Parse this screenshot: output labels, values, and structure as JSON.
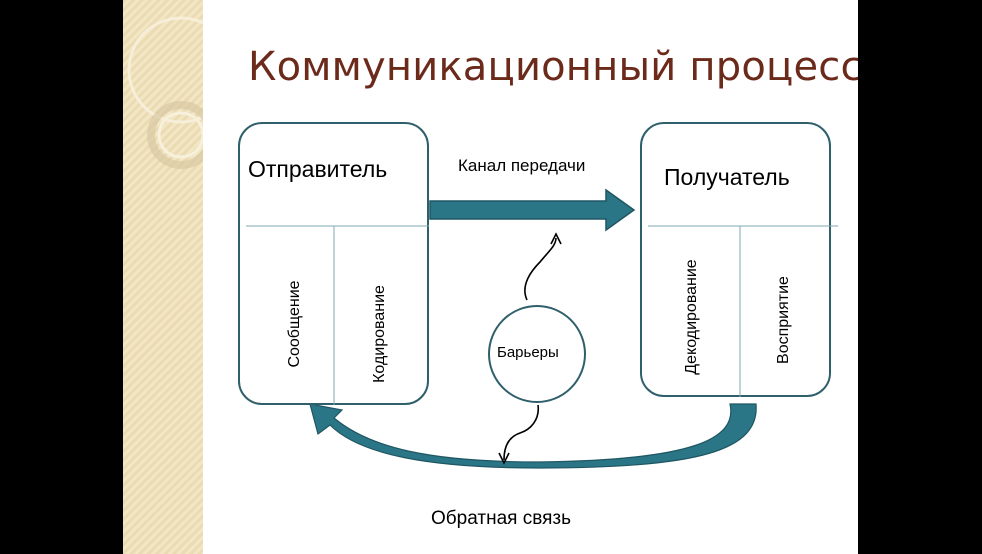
{
  "title": "Коммуникационный процесс",
  "sender": {
    "title": "Отправитель",
    "steps": [
      "Сообщение",
      "Кодирование"
    ]
  },
  "receiver": {
    "title": "Получатель",
    "steps": [
      "Декодирование",
      "Восприятие"
    ]
  },
  "channel_label": "Канал передачи",
  "barriers_label": "Барьеры",
  "feedback_label": "Обратная связь",
  "colors": {
    "title": "#6b2a1a",
    "box_border": "#2f5f6b",
    "arrow_fill": "#2b7686",
    "sidebar": "#f4e9c8"
  }
}
